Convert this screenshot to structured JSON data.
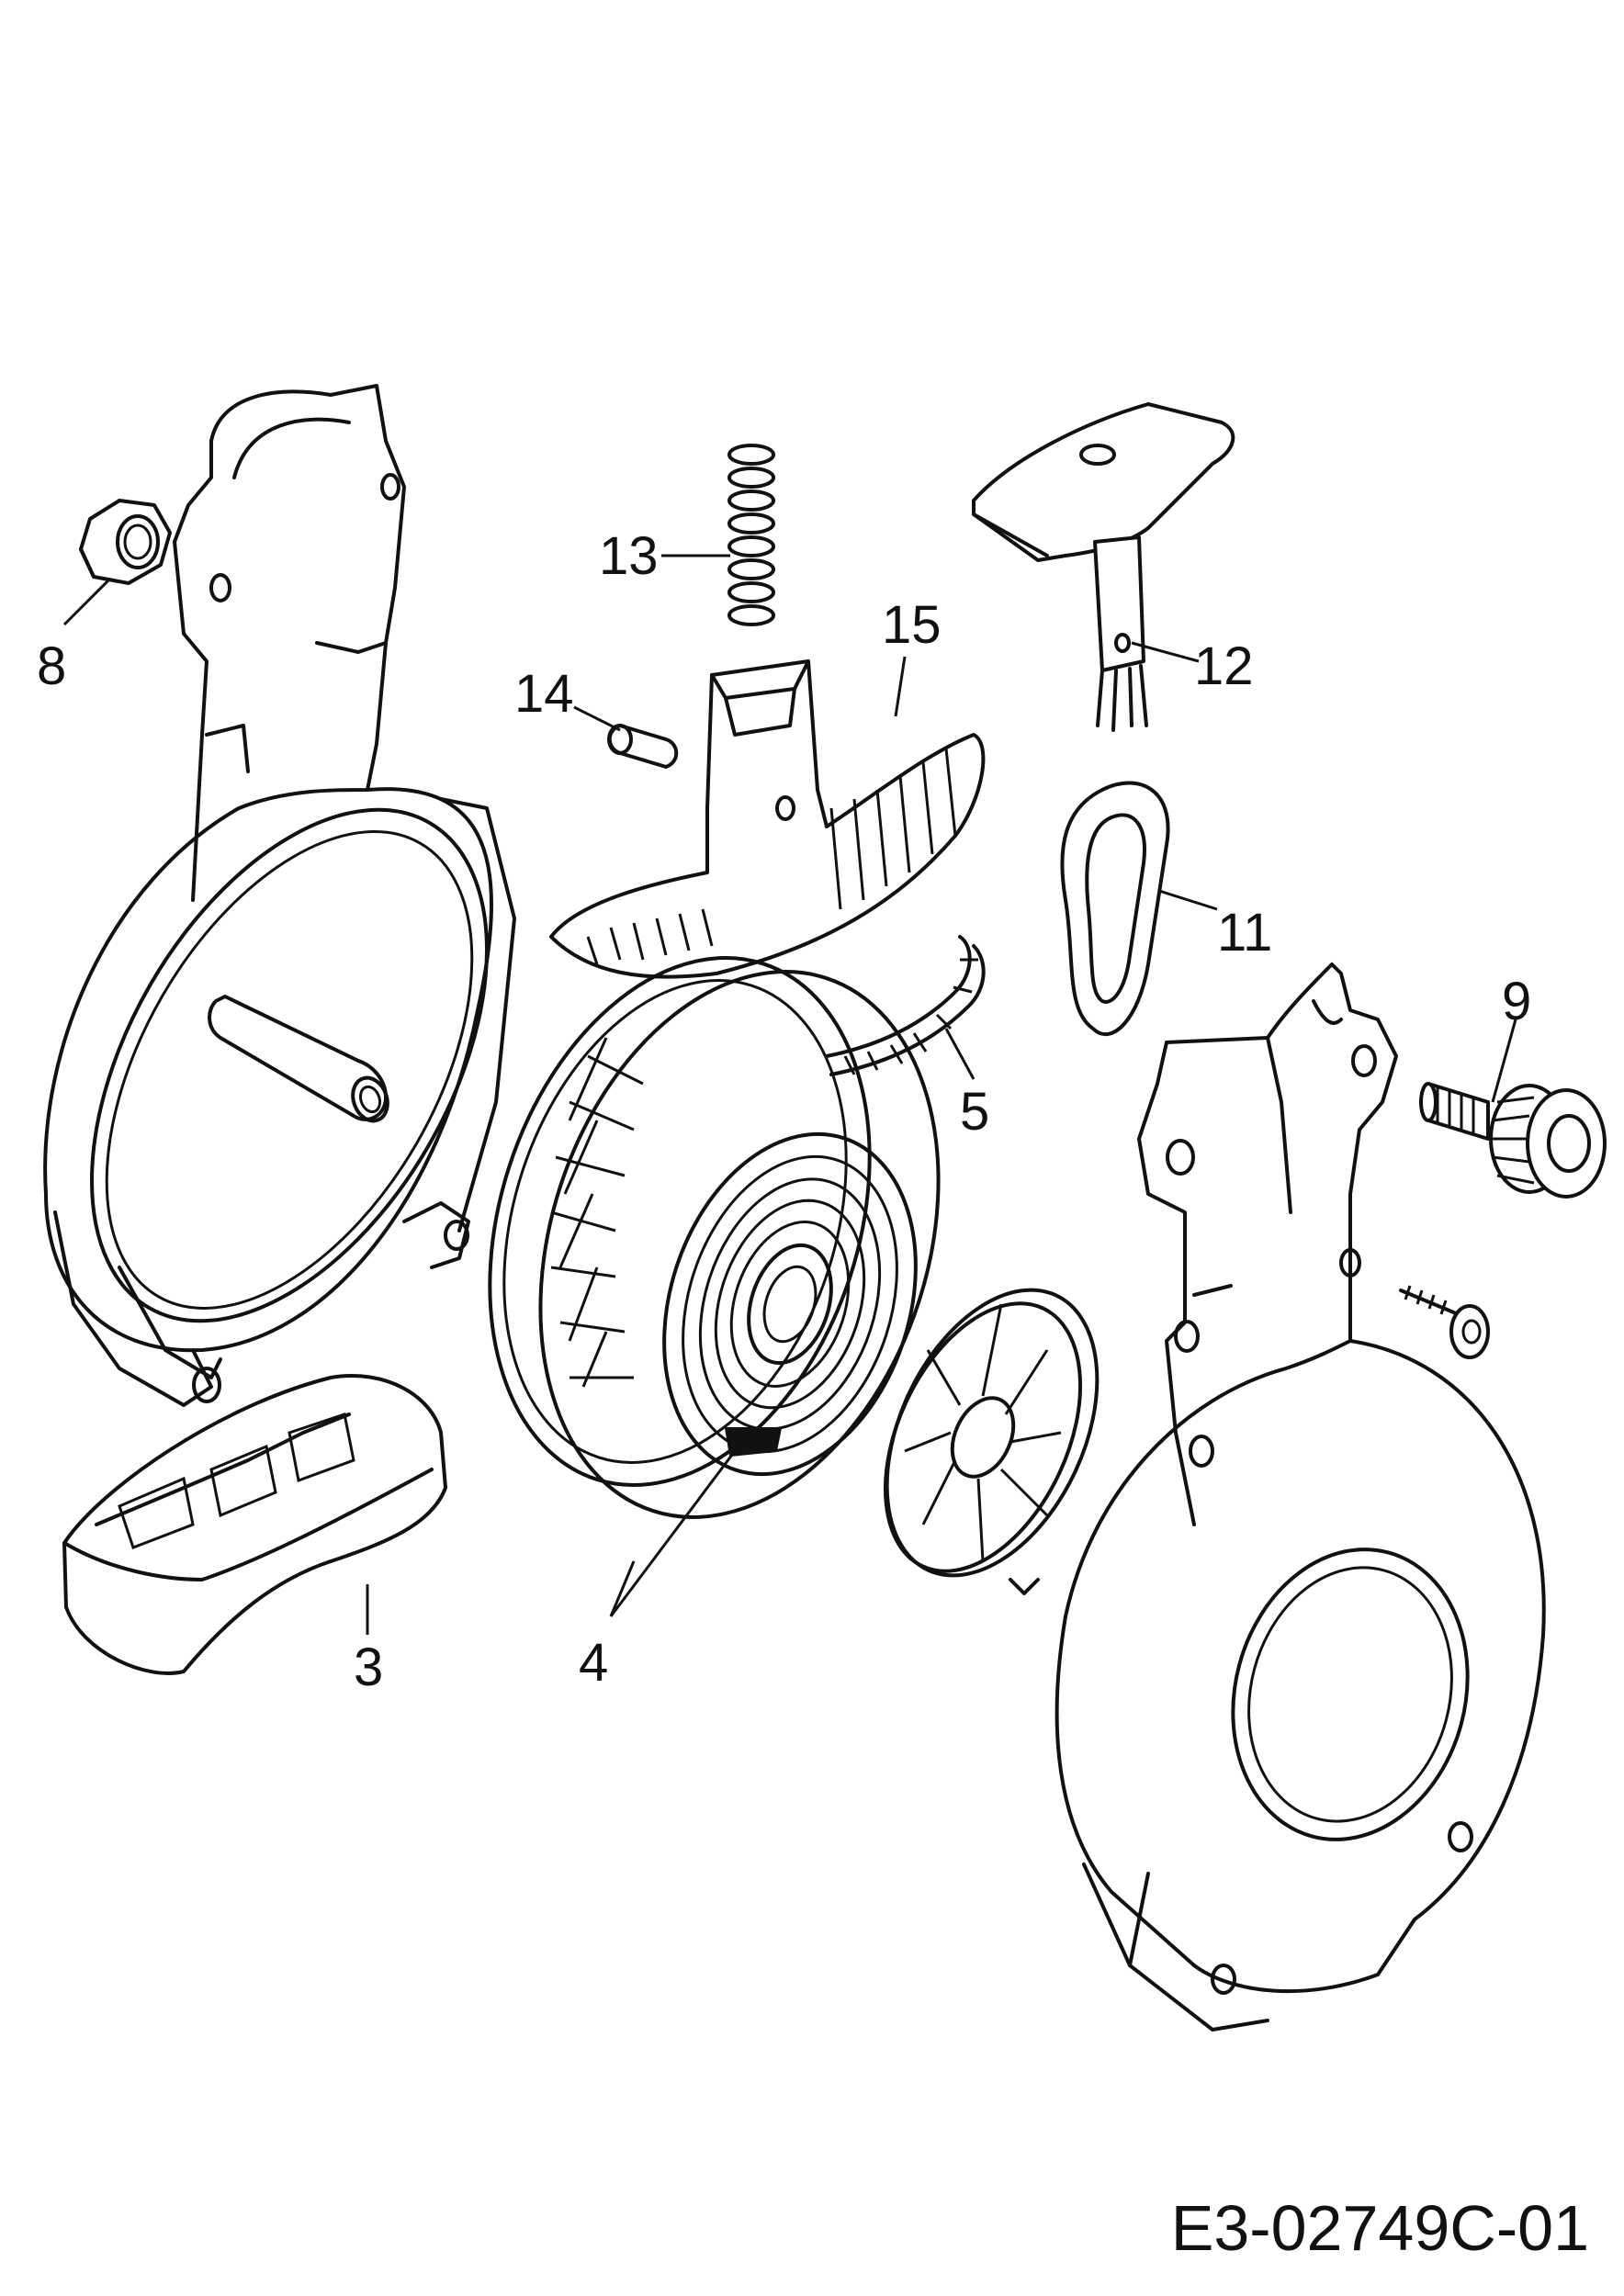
{
  "diagram_code": "E3-02749C-01",
  "callouts": {
    "c3": "3",
    "c4": "4",
    "c5": "5",
    "c8": "8",
    "c9": "9",
    "c11": "11",
    "c12": "12",
    "c13": "13",
    "c14": "14",
    "c15": "15"
  }
}
